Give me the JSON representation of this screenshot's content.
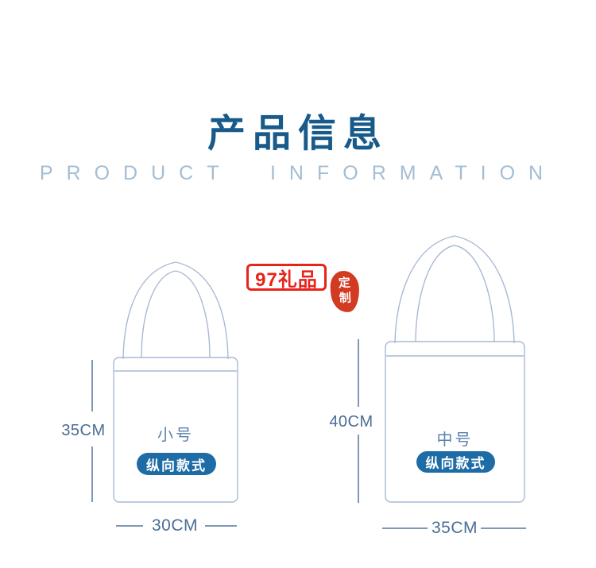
{
  "page": {
    "background_color": "#ffffff"
  },
  "header": {
    "title": "产品信息",
    "subtitle": "PRODUCT INFORMATION",
    "title_color": "#185a8a",
    "subtitle_color": "#a4bdd3"
  },
  "watermark": {
    "brand_label": "97礼品",
    "brand_color": "#e8231a",
    "seal_label": "定制",
    "seal_chars": [
      "定",
      "制"
    ],
    "seal_color": "#d23a22"
  },
  "bags": [
    {
      "name": "small-tote-bag",
      "size_label": "小号",
      "style_label": "纵向款式",
      "height_label": "35CM",
      "width_label": "30CM"
    },
    {
      "name": "medium-tote-bag",
      "size_label": "中号",
      "style_label": "纵向款式",
      "height_label": "40CM",
      "width_label": "35CM"
    }
  ],
  "colors": {
    "bag_outline": "#aab9d5",
    "measure_line": "#7e99b8",
    "dimension_text": "#4c6d96",
    "size_text": "#5b82ad",
    "pill_background": "#1d6ca5",
    "pill_text": "#ffffff"
  }
}
